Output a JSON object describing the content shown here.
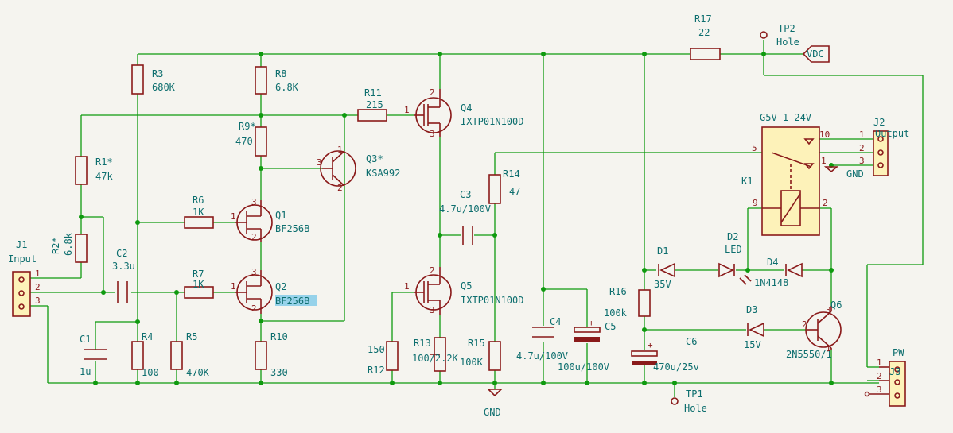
{
  "labels": {
    "R17_ref": "R17",
    "R17_val": "22",
    "TP2_ref": "TP2",
    "TP2_val": "Hole",
    "VDC": "VDC",
    "R3_ref": "R3",
    "R3_val": "680K",
    "R8_ref": "R8",
    "R8_val": "6.8K",
    "R11_ref": "R11",
    "R11_val": "215",
    "Q4_ref": "Q4",
    "Q4_val": "IXTP01N100D",
    "R9_ref": "R9*",
    "R9_val": "470",
    "Q3_ref": "Q3*",
    "Q3_val": "KSA992",
    "R1_ref": "R1*",
    "R1_val": "47k",
    "R6_ref": "R6",
    "R6_val": "1K",
    "Q1_ref": "Q1",
    "Q1_val": "BF256B",
    "R2_ref": "R2*",
    "R2_val": "6.8k",
    "C2_ref": "C2",
    "C2_val": "3.3u",
    "J1_ref": "J1",
    "J1_val": "Input",
    "R7_ref": "R7",
    "R7_val": "1K",
    "Q2_ref": "Q2",
    "Q2_val": "BF256B",
    "C1_ref": "C1",
    "C1_val": "1u",
    "R4_ref": "R4",
    "R4_val": "100",
    "R5_ref": "R5",
    "R5_val": "470K",
    "R10_ref": "R10",
    "R10_val": "330",
    "R14_ref": "R14",
    "R14_val": "47",
    "C3_ref": "C3",
    "C3_val": "4.7u/100V",
    "Q5_ref": "Q5",
    "Q5_val": "IXTP01N100D",
    "R12_val": "150",
    "R12_ref": "R12",
    "R13_ref": "R13",
    "R13_val": "100/2.2K",
    "R15_ref": "R15",
    "R15_val": "100K",
    "C4_ref": "C4",
    "C4_val": "4.7u/100V",
    "C5_ref": "C5",
    "C5_val": "100u/100V",
    "GND_main": "GND",
    "K1_ref": "K1",
    "K1_val": "G5V-1 24V",
    "J2_ref": "J2",
    "J2_val": "Output",
    "GND_out": "GND",
    "D1_ref": "D1",
    "D1_val": "35V",
    "D2_ref": "D2",
    "D2_val": "LED",
    "D4_ref": "D4",
    "D4_val": "1N4148",
    "R16_ref": "R16",
    "R16_val": "100k",
    "D3_ref": "D3",
    "D3_val": "15V",
    "Q6_ref": "Q6",
    "Q6_val": "2N5550/1",
    "C6_ref": "C6",
    "C6_val": "470u/25v",
    "TP1_ref": "TP1",
    "TP1_val": "Hole",
    "J3_ref": "J3",
    "J3_val": "PW"
  },
  "pins": {
    "one": "1",
    "two": "2",
    "three": "3",
    "five": "5",
    "nine": "9",
    "ten": "10"
  }
}
